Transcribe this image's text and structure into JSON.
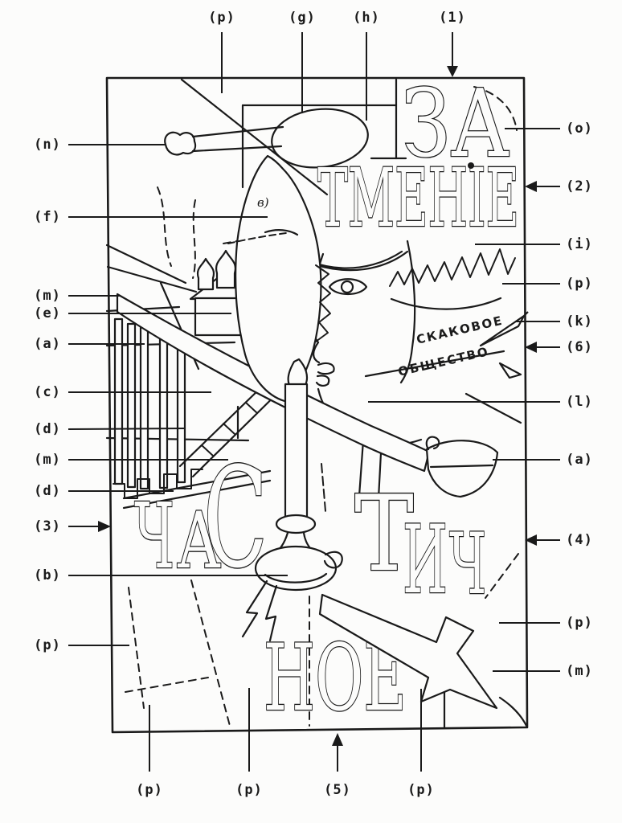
{
  "figure": {
    "description": "annotated schematic line diagram of a painting with callout labels",
    "background_color": "#fcfcfb",
    "ink_color": "#1a1a1a"
  },
  "painting_text": {
    "eclipse_word_top": "ЗА",
    "eclipse_word_bottom": "ТМЕНІЕ",
    "partial_syllable_1": "ЧАС",
    "partial_syllable_2": "ТИЧ",
    "partial_syllable_3": "НОЕ",
    "glyphs": {
      "ch1": "Ч",
      "a1": "А",
      "s1": "С",
      "t1": "Т",
      "i1": "И",
      "ch2": "Ч"
    },
    "society_line_1": "СКАКОВОЕ",
    "society_line_2": "ОБЩЕСТВО",
    "fish_mark": "в)"
  },
  "callouts": {
    "top": [
      {
        "text": "(p)"
      },
      {
        "text": "(g)"
      },
      {
        "text": "(h)"
      },
      {
        "text": "(1)"
      }
    ],
    "left": [
      {
        "text": "(n)"
      },
      {
        "text": "(f)"
      },
      {
        "text": "(m)"
      },
      {
        "text": "(e)"
      },
      {
        "text": "(a)"
      },
      {
        "text": "(c)"
      },
      {
        "text": "(d)"
      },
      {
        "text": "(m)"
      },
      {
        "text": "(d)"
      },
      {
        "text": "(3)"
      },
      {
        "text": "(b)"
      },
      {
        "text": "(p)"
      }
    ],
    "right": [
      {
        "text": "(o)"
      },
      {
        "text": "(2)"
      },
      {
        "text": "(i)"
      },
      {
        "text": "(p)"
      },
      {
        "text": "(k)"
      },
      {
        "text": "(6)"
      },
      {
        "text": "(l)"
      },
      {
        "text": "(a)"
      },
      {
        "text": "(4)"
      },
      {
        "text": "(p)"
      },
      {
        "text": "(m)"
      }
    ],
    "bottom": [
      {
        "text": "(p)"
      },
      {
        "text": "(p)"
      },
      {
        "text": "(5)"
      },
      {
        "text": "(p)"
      }
    ]
  }
}
